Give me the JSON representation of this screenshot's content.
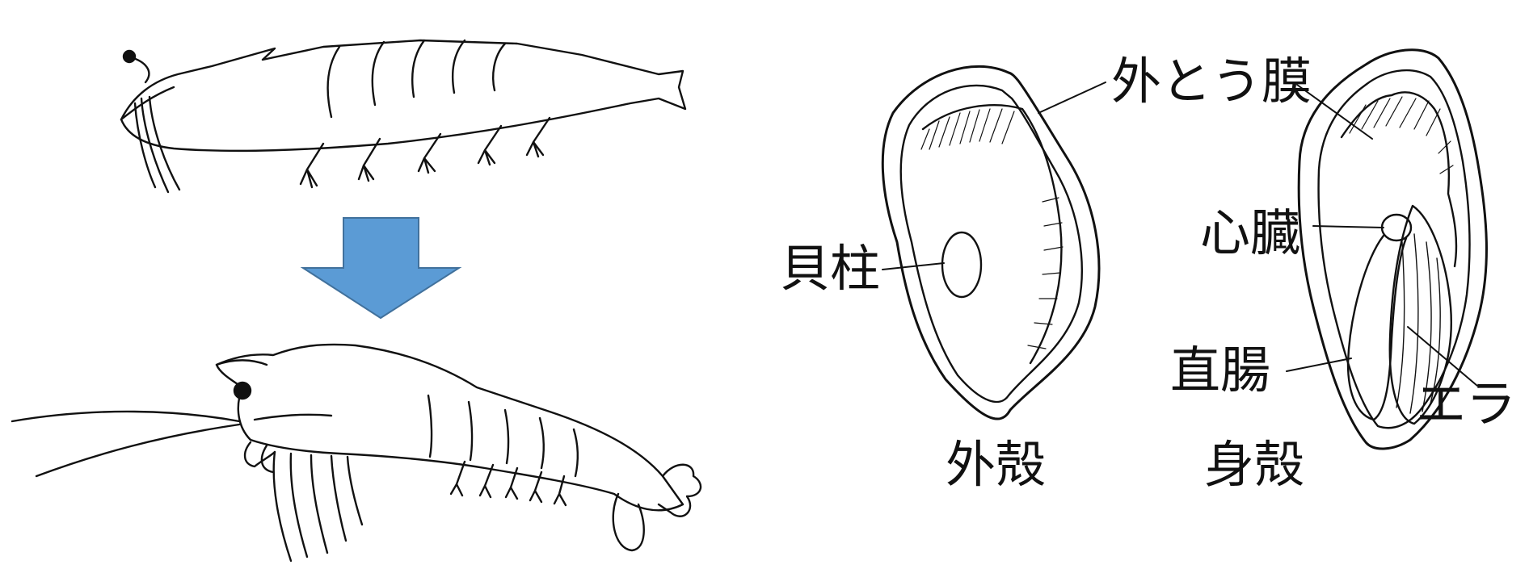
{
  "labels": {
    "outer_mantle": "外とう膜",
    "heart": "心臓",
    "adductor_muscle": "貝柱",
    "rectum": "直腸",
    "gills": "エラ",
    "outer_shell": "外殻",
    "body_shell": "身殻"
  },
  "colors": {
    "arrow_fill": "#5b9bd5",
    "arrow_stroke": "#41719c",
    "ink": "#111111"
  },
  "icons": {
    "arrow": "arrow-down-icon"
  }
}
